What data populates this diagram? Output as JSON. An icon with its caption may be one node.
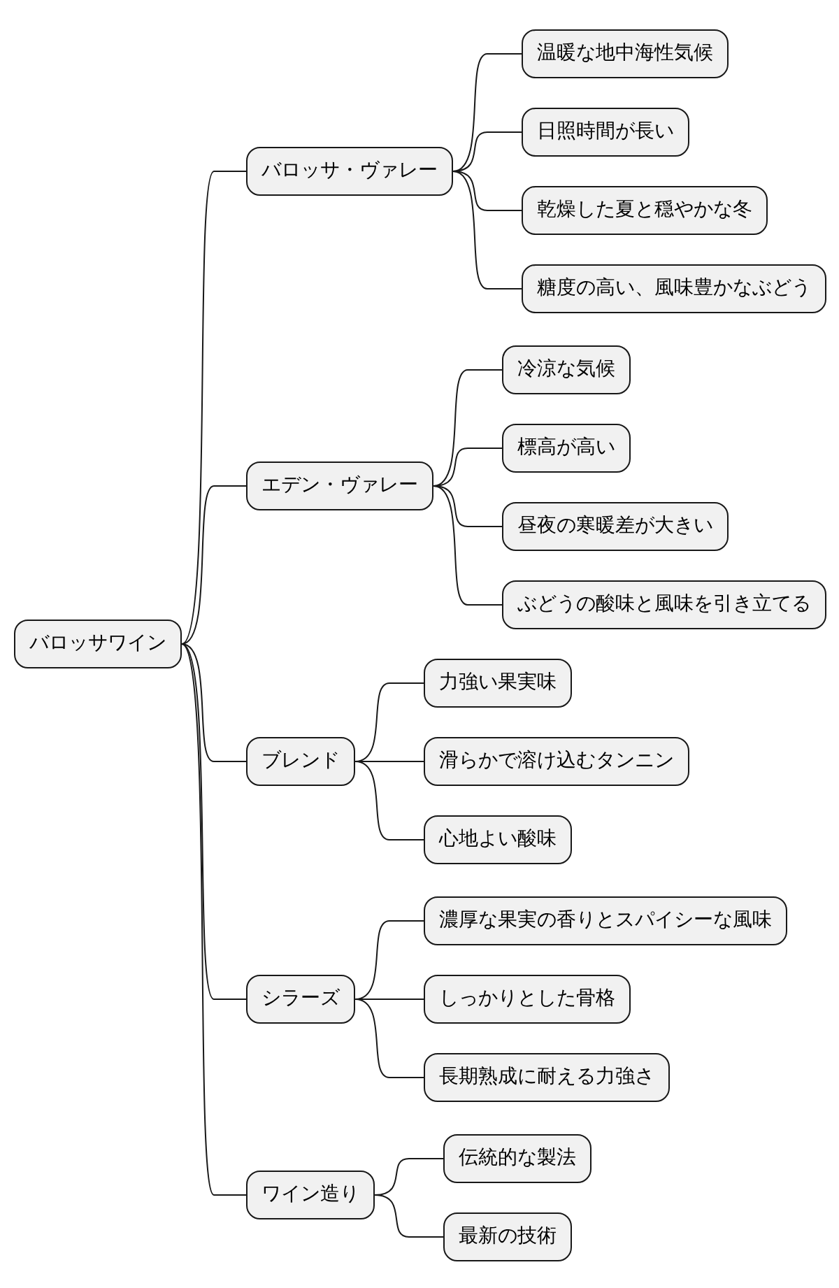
{
  "diagram": {
    "nodes": [
      {
        "text": [
          "バロッサワイン"
        ]
      },
      {
        "text": [
          "バロッサ・ヴァレー"
        ]
      },
      {
        "text": [
          "温暖な地中海性気候"
        ]
      },
      {
        "text": [
          "日照時間が長い"
        ]
      },
      {
        "text": [
          "乾燥した夏と穏やかな冬"
        ]
      },
      {
        "text": [
          "糖度の高い、風味豊かなぶどう"
        ]
      },
      {
        "text": [
          "エデン・ヴァレー"
        ]
      },
      {
        "text": [
          "冷涼な気候"
        ]
      },
      {
        "text": [
          "標高が高い"
        ]
      },
      {
        "text": [
          "昼夜の寒暖差が大きい"
        ]
      },
      {
        "text": [
          "ぶどうの酸味と風味を引き立てる"
        ]
      },
      {
        "text": [
          "ブレンド"
        ]
      },
      {
        "text": [
          "力強い果実味"
        ]
      },
      {
        "text": [
          "滑らかで溶け込むタンニン"
        ]
      },
      {
        "text": [
          "心地よい酸味"
        ]
      },
      {
        "text": [
          "シラーズ"
        ]
      },
      {
        "text": [
          "濃厚な果実の香りとスパイシーな風味"
        ]
      },
      {
        "text": [
          "しっかりとした骨格"
        ]
      },
      {
        "text": [
          "長期熟成に耐える力強さ"
        ]
      },
      {
        "text": [
          "ワイン造り"
        ]
      },
      {
        "text": [
          "伝統的な製法"
        ]
      },
      {
        "text": [
          "最新の技術"
        ]
      }
    ],
    "edges": [
      {
        "from": 0,
        "to": 1,
        "arrow": "none"
      },
      {
        "from": 1,
        "to": 2,
        "arrow": "none"
      },
      {
        "from": 1,
        "to": 3,
        "arrow": "none"
      },
      {
        "from": 1,
        "to": 4,
        "arrow": "none"
      },
      {
        "from": 1,
        "to": 5,
        "arrow": "none"
      },
      {
        "from": 0,
        "to": 6,
        "arrow": "none"
      },
      {
        "from": 6,
        "to": 7,
        "arrow": "none"
      },
      {
        "from": 6,
        "to": 8,
        "arrow": "none"
      },
      {
        "from": 6,
        "to": 9,
        "arrow": "none"
      },
      {
        "from": 6,
        "to": 10,
        "arrow": "none"
      },
      {
        "from": 0,
        "to": 11,
        "arrow": "none"
      },
      {
        "from": 11,
        "to": 12,
        "arrow": "none"
      },
      {
        "from": 11,
        "to": 13,
        "arrow": "none"
      },
      {
        "from": 11,
        "to": 14,
        "arrow": "none"
      },
      {
        "from": 0,
        "to": 15,
        "arrow": "none"
      },
      {
        "from": 15,
        "to": 16,
        "arrow": "none"
      },
      {
        "from": 15,
        "to": 17,
        "arrow": "none"
      },
      {
        "from": 15,
        "to": 18,
        "arrow": "none"
      },
      {
        "from": 0,
        "to": 19,
        "arrow": "none"
      },
      {
        "from": 19,
        "to": 20,
        "arrow": "none"
      },
      {
        "from": 19,
        "to": 21,
        "arrow": "none"
      }
    ]
  }
}
